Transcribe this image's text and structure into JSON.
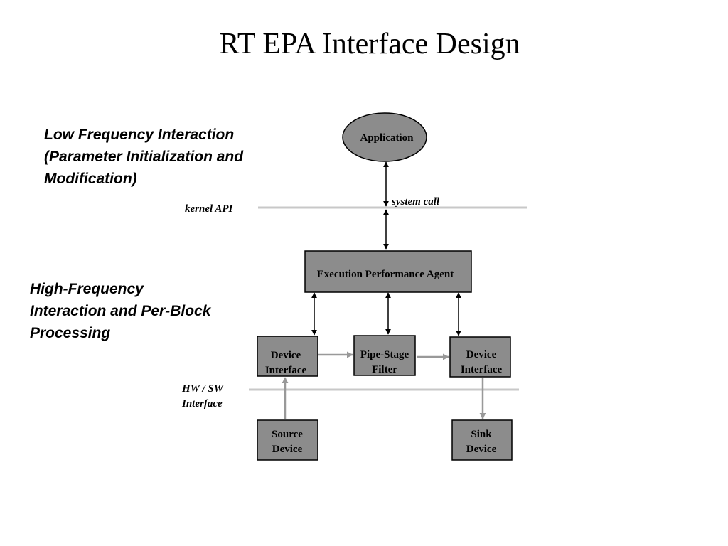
{
  "title": "RT EPA Interface Design",
  "low_freq": {
    "line1": "Low Frequency Interaction",
    "line2": "(Parameter Initialization and",
    "line3": "Modification)"
  },
  "high_freq": {
    "line1": "High-Frequency",
    "line2": "Interaction and Per-Block",
    "line3": "Processing"
  },
  "labels": {
    "kernel_api": "kernel API",
    "system_call": "system call",
    "hw_sw_line1": "HW / SW",
    "hw_sw_line2": "Interface"
  },
  "nodes": {
    "application": "Application",
    "epa": "Execution Performance Agent",
    "device_interface_left": [
      "Device",
      "Interface"
    ],
    "pipe_stage_filter": [
      "Pipe-Stage",
      "Filter"
    ],
    "device_interface_right": [
      "Device",
      "Interface"
    ],
    "source_device": [
      "Source",
      "Device"
    ],
    "sink_device": [
      "Sink",
      "Device"
    ]
  },
  "colors": {
    "box_fill": "#8c8c8c",
    "divider": "#c8c8c8",
    "data_arrow": "#999999",
    "control_arrow": "#000000"
  }
}
